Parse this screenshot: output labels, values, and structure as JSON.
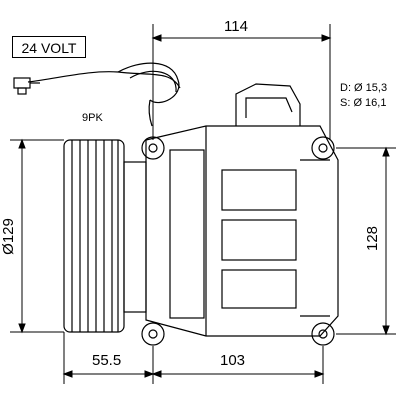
{
  "labels": {
    "voltage": "24 VOLT",
    "belt": "9PK",
    "suction_spec": "D: Ø 15,3",
    "discharge_spec": "S: Ø 16,1"
  },
  "dimensions": {
    "top_width": "114",
    "pulley_diameter": "Ø129",
    "height": "128",
    "bottom_offset": "55.5",
    "bottom_width": "103"
  },
  "colors": {
    "line": "#000000",
    "background": "#ffffff"
  }
}
